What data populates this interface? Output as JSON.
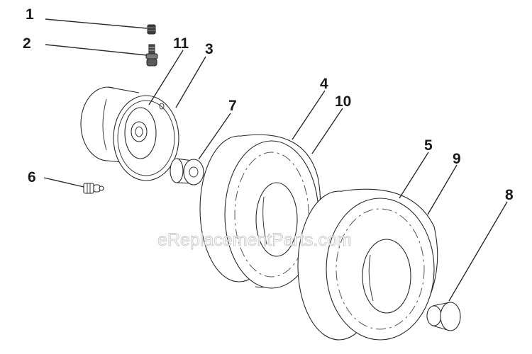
{
  "diagram": {
    "watermark": "eReplacementParts.com",
    "callouts": [
      {
        "id": "1",
        "label": "1"
      },
      {
        "id": "2",
        "label": "2"
      },
      {
        "id": "3",
        "label": "3"
      },
      {
        "id": "4",
        "label": "4"
      },
      {
        "id": "5",
        "label": "5"
      },
      {
        "id": "6",
        "label": "6"
      },
      {
        "id": "7",
        "label": "7"
      },
      {
        "id": "8",
        "label": "8"
      },
      {
        "id": "9",
        "label": "9"
      },
      {
        "id": "10",
        "label": "10"
      },
      {
        "id": "11",
        "label": "11"
      }
    ]
  }
}
